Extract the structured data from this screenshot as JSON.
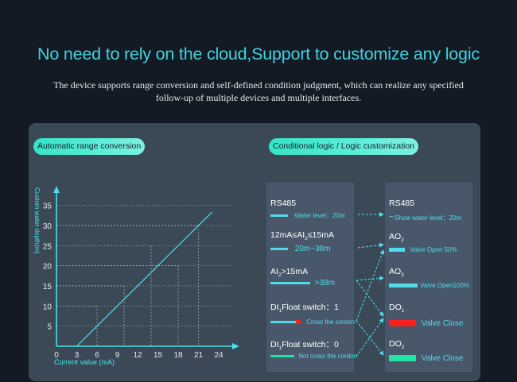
{
  "header": {
    "title": "No need to rely on the cloud,Support to customize any logic",
    "subtitle_line1": "The device supports range conversion and self-defined condition judgment, which can realize any specified",
    "subtitle_line2": "follow-up of multiple devices and multiple interfaces."
  },
  "range_section": {
    "label": "Automatic range conversion"
  },
  "logic_section": {
    "label": "Conditional logic / Logic customization"
  },
  "chart_data": {
    "type": "line",
    "x": [
      0,
      3,
      6,
      9,
      12,
      15,
      18,
      21,
      24
    ],
    "xticks": [
      "0",
      "3",
      "6",
      "9",
      "12",
      "15",
      "18",
      "21",
      "24"
    ],
    "yticks": [
      "5",
      "10",
      "15",
      "20",
      "25",
      "30",
      "35"
    ],
    "series": [
      {
        "x": [
          3,
          6,
          9,
          12,
          15,
          18,
          21,
          23
        ],
        "y": [
          0,
          5,
          10,
          15,
          20,
          25,
          30,
          33.3
        ]
      }
    ],
    "guides": [
      {
        "x": 6,
        "y": 10
      },
      {
        "x": 10,
        "y": 15
      },
      {
        "x": 14,
        "y": 25
      },
      {
        "x": 18,
        "y": 20
      },
      {
        "x": 21,
        "y": 30
      }
    ],
    "xlabel": "Current value  (mA)",
    "ylabel": "Custom water depth(m)",
    "xlim": [
      0,
      27
    ],
    "ylim": [
      0,
      38
    ]
  },
  "inputs": [
    {
      "title": "RS485",
      "value": "Water level：20m"
    },
    {
      "title_pre": "12mA≤AI",
      "sub": "2",
      "title_post": "≤15mA",
      "value": "20m~38m"
    },
    {
      "title_pre": "AI",
      "sub": "2",
      "title_post": ">15mA",
      "value": ">38m"
    },
    {
      "title_pre": "DI",
      "sub": "1",
      "title_post": "Float switch：1",
      "value": "Cross the cordon"
    },
    {
      "title_pre": "DI",
      "sub": "1",
      "title_post": "Float switch：0",
      "value": "Not cross the cordon"
    }
  ],
  "outputs": [
    {
      "title": "RS485",
      "value": "Show water level：20m"
    },
    {
      "title_pre": "AO",
      "sub": "2",
      "value": "Valve Open 50%"
    },
    {
      "title_pre": "AO",
      "sub": "3",
      "value": "Valve Open100%"
    },
    {
      "title_pre": "DO",
      "sub": "1",
      "value": "Valve Close"
    },
    {
      "title_pre": "DO",
      "sub": "2",
      "value": "Valve Close"
    }
  ],
  "colors": {
    "accent": "#3fd3de",
    "line": "#4be0ee",
    "red": "#ff1f1f",
    "green": "#20e3a4"
  }
}
